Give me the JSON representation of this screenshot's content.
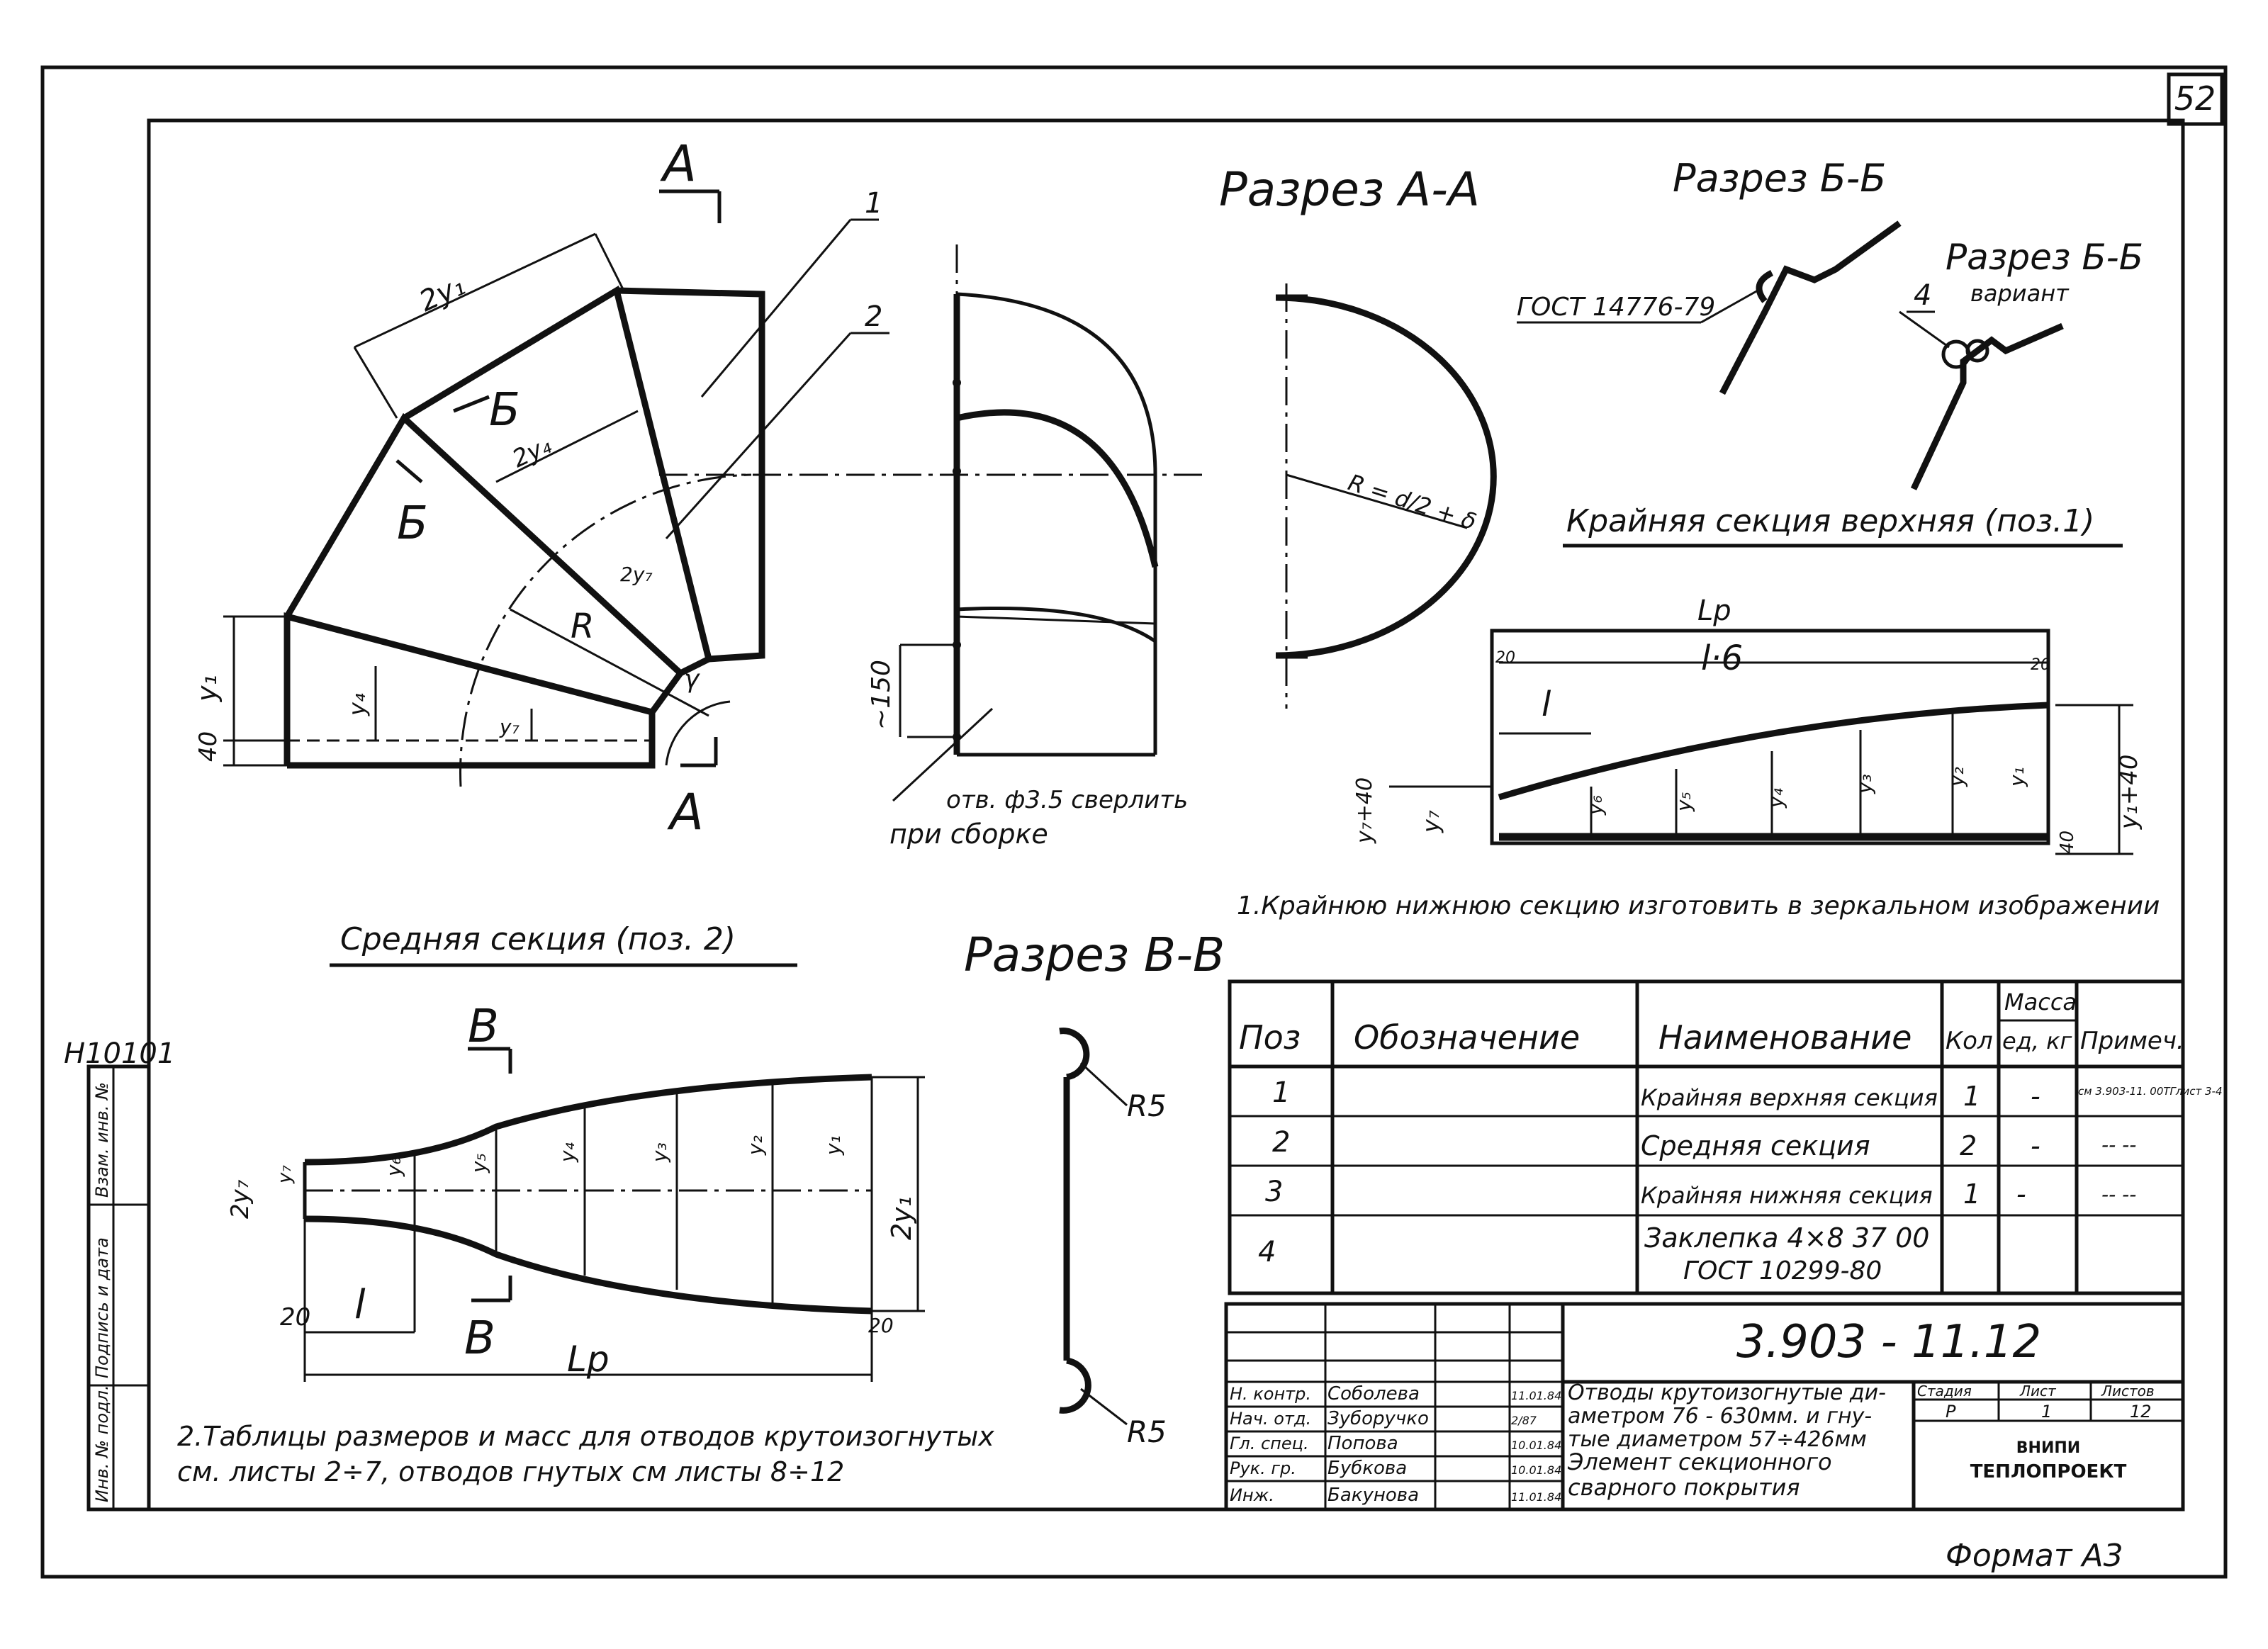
{
  "sheet": {
    "page_number": "52",
    "doc_code": "3.903 - 11.12",
    "inventory_code": "Н10101",
    "format": "Формат А3"
  },
  "sections": {
    "aa": "Разрез А-А",
    "bb": "Разрез Б-Б",
    "bb_variant": "Разрез Б-Б",
    "bb_variant_sub": "вариант",
    "vv": "Разрез В-В",
    "top_section": "Крайняя секция верхняя (поз.1)",
    "middle_section": "Средняя секция (поз. 2)"
  },
  "labels": {
    "cut_a_top": "А",
    "cut_a_bottom": "А",
    "cut_b_1": "Б",
    "cut_b_2": "Б",
    "cut_v_top": "В",
    "cut_v_bottom": "В",
    "pos1": "1",
    "pos2": "2",
    "pos4": "4",
    "gost_bb": "ГОСТ 14776-79",
    "radius_aa": "R = d/2 + δ",
    "radius_r": "R",
    "r5_top": "R5",
    "r5_bottom": "R5",
    "hole_note_1": "отв. ф3.5 сверлить",
    "hole_note_2": "при сборке",
    "dim_150": "~150",
    "dim_2y1": "2у₁",
    "dim_2y4": "2у₄",
    "dim_2y7": "2у₇",
    "dim_y1": "у₁",
    "dim_y4": "у₄",
    "dim_y7": "у₇",
    "dim_40": "40",
    "dim_lp": "Lр",
    "dim_l6": "l·6",
    "dim_l": "l",
    "dim_20a": "20",
    "dim_20b": "20",
    "dim_y1_40": "у₁+40",
    "dim_y7_40": "у₇+40",
    "dim_y7b": "у₇",
    "dim_40b": "40",
    "top_y": [
      "у₆",
      "у₅",
      "у₄",
      "у₃",
      "у₂",
      "у₁"
    ],
    "mid_y": [
      "у₇",
      "у₆",
      "у₅",
      "у₄",
      "у₃",
      "у₂",
      "у₁"
    ],
    "dim_2y1_mid": "2у₁",
    "dim_2y7_mid": "2у₇",
    "dim_20c": "20",
    "dim_20d": "20",
    "dim_l_mid": "l",
    "dim_lp_mid": "Lр",
    "gamma": "γ"
  },
  "notes": {
    "note1": "1.Крайнюю нижнюю секцию изготовить в зеркальном изображении",
    "note2_line1": "2.Таблицы размеров и масс для отводов крутоизогнутых",
    "note2_line2": "см. листы 2÷7, отводов гнутых см листы 8÷12"
  },
  "spec_table": {
    "headers": {
      "pos": "Поз",
      "designation": "Обозначение",
      "name": "Наименование",
      "qty": "Кол",
      "mass_top": "Масса",
      "mass_bottom": "ед, кг",
      "note": "Примеч."
    },
    "rows": [
      {
        "pos": "1",
        "designation": "",
        "name": "Крайняя верхняя секция",
        "qty": "1",
        "mass": "-",
        "note": "см 3.903-11. 00ТГлист 3-4"
      },
      {
        "pos": "2",
        "designation": "",
        "name": "Средняя секция",
        "qty": "2",
        "mass": "-",
        "note": "-- --"
      },
      {
        "pos": "3",
        "designation": "",
        "name": "Крайняя нижняя секция",
        "qty": "1",
        "mass": "-",
        "note": "-- --"
      },
      {
        "pos": "4",
        "designation": "",
        "name": "Заклепка 4×8 37 00",
        "name2": "ГОСТ 10299-80",
        "qty": "",
        "mass": "",
        "note": ""
      }
    ]
  },
  "title_block": {
    "title_lines": [
      "Отводы крутоизогнутые ди-",
      "аметром 76 - 630мм. и гну-",
      "тые диаметром 57÷426мм",
      "Элемент секционного",
      "сварного покрытия"
    ],
    "stage_header": "Стадия",
    "sheet_header": "Лист",
    "sheets_header": "Листов",
    "stage": "Р",
    "sheet": "1",
    "sheets": "12",
    "org_1": "ВНИПИ",
    "org_2": "ТЕПЛОПРОЕКТ",
    "signers": [
      {
        "role": "Н. контр.",
        "name": "Соболева",
        "date": "11.01.84"
      },
      {
        "role": "Нач. отд.",
        "name": "Зуборучко",
        "date": "2/87"
      },
      {
        "role": "Гл. спец.",
        "name": "Попова",
        "date": "10.01.84"
      },
      {
        "role": "Рук. гр.",
        "name": "Бубкова",
        "date": "10.01.84"
      },
      {
        "role": "Инж.",
        "name": "Бакунова",
        "date": "11.01.84"
      }
    ]
  },
  "side_stamp": {
    "cells": [
      "Инв. № подл.",
      "Подпись и дата",
      "Взам. инв. №"
    ]
  }
}
